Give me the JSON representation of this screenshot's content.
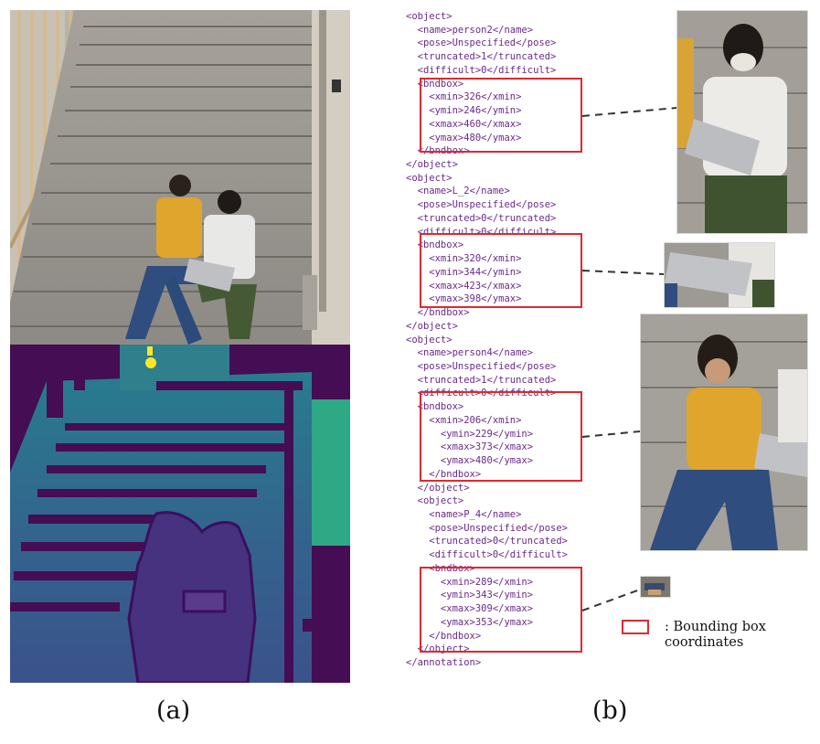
{
  "panels": {
    "a": {
      "caption": "(a)"
    },
    "b": {
      "caption": "(b)"
    }
  },
  "xml_lines": [
    "<object>",
    "  <name>person2</name>",
    "  <pose>Unspecified</pose>",
    "  <truncated>1</truncated>",
    "  <difficult>0</difficult>",
    "  <bndbox>",
    "    <xmin>326</xmin>",
    "    <ymin>246</ymin>",
    "    <xmax>460</xmax>",
    "    <ymax>480</ymax>",
    "  </bndbox>",
    "</object>",
    "<object>",
    "  <name>L_2</name>",
    "  <pose>Unspecified</pose>",
    "  <truncated>0</truncated>",
    "  <difficult>0</difficult>",
    "  <bndbox>",
    "    <xmin>320</xmin>",
    "    <ymin>344</ymin>",
    "    <xmax>423</xmax>",
    "    <ymax>398</ymax>",
    "  </bndbox>",
    "</object>",
    "<object>",
    "  <name>person4</name>",
    "  <pose>Unspecified</pose>",
    "  <truncated>1</truncated>",
    "  <difficult>0</difficult>",
    "  <bndbox>",
    "    <xmin>206</xmin>",
    "      <ymin>229</ymin>",
    "      <xmax>373</xmax>",
    "      <ymax>480</ymax>",
    "    </bndbox>",
    "  </object>",
    "  <object>",
    "    <name>P_4</name>",
    "    <pose>Unspecified</pose>",
    "    <truncated>0</truncated>",
    "    <difficult>0</difficult>",
    "    <bndbox>",
    "      <xmin>289</xmin>",
    "      <ymin>343</ymin>",
    "      <xmax>309</xmax>",
    "      <ymax>353</ymax>",
    "    </bndbox>",
    "  </object>",
    "</annotation>"
  ],
  "legend": {
    "label": ": Bounding box coordinates"
  },
  "colors": {
    "bbox": "#e0282f",
    "xml_text": "#6a2a8a",
    "depth_far": "#440d54",
    "depth_mid": "#35668e",
    "depth_near": "#2ea885"
  }
}
